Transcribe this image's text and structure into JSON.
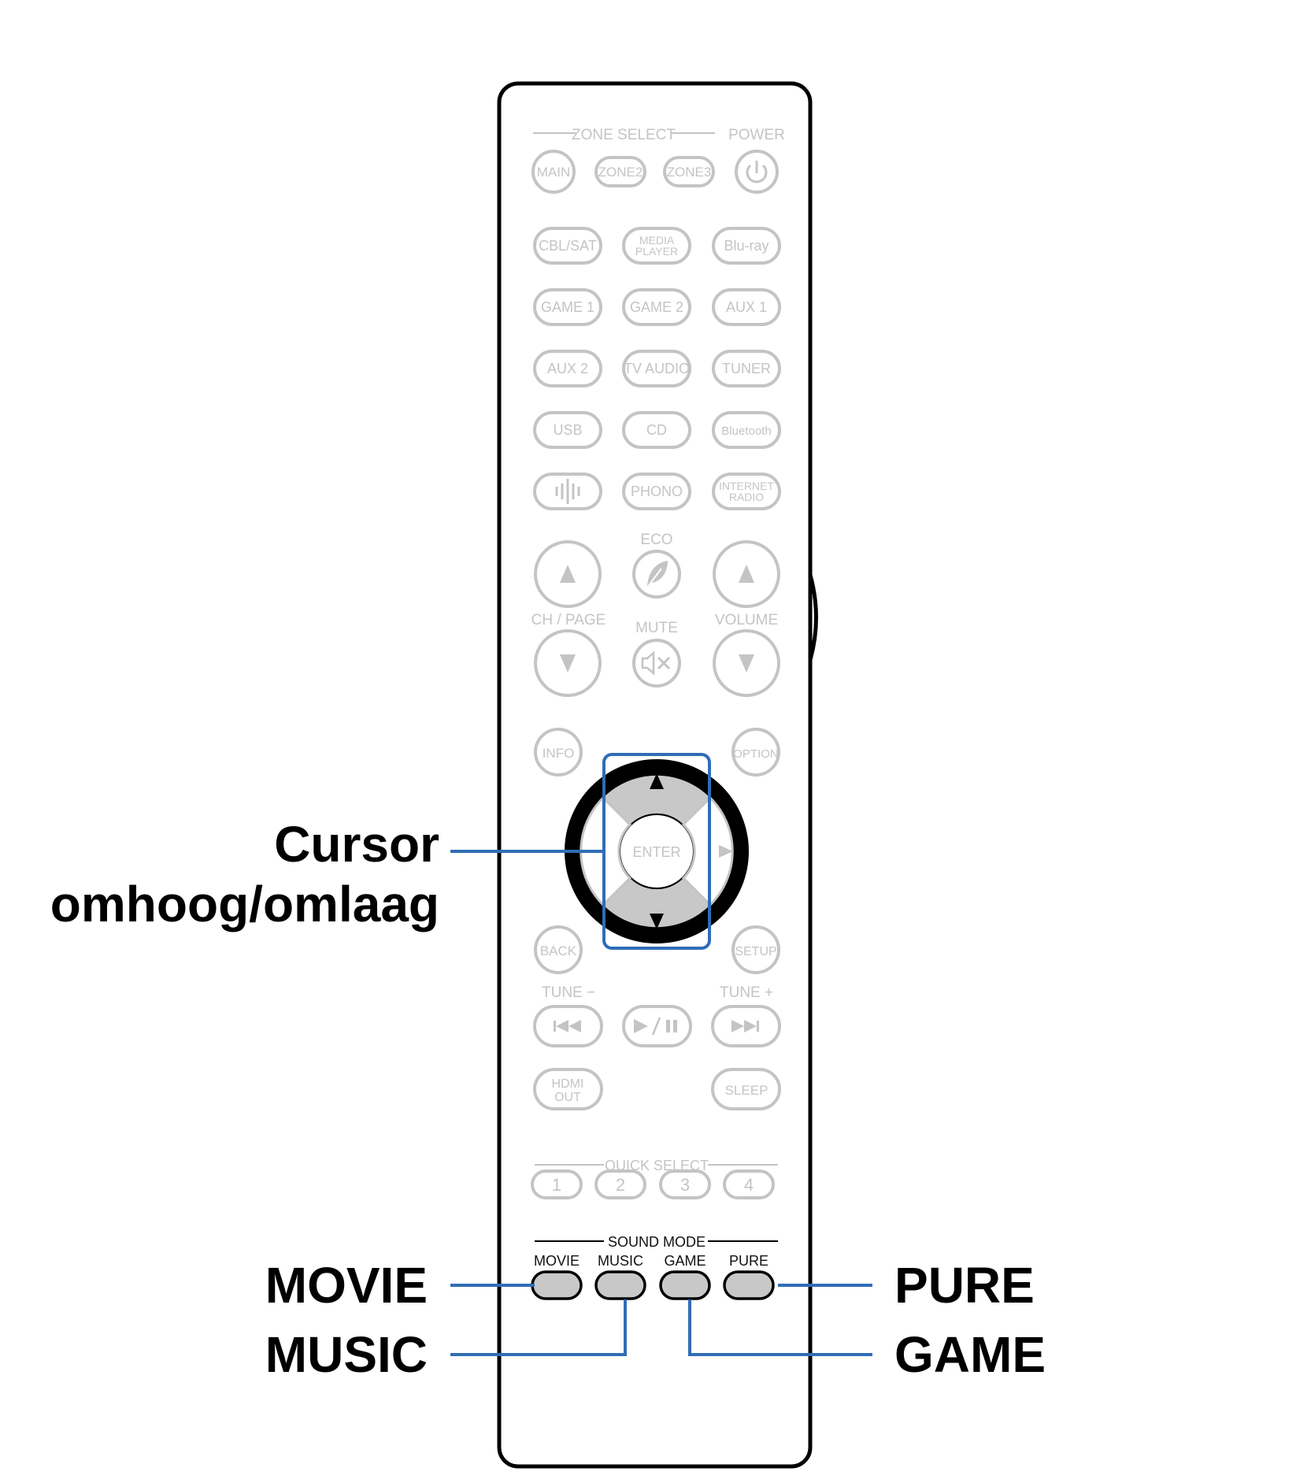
{
  "colors": {
    "outline": "#000000",
    "faded": "#c4c4c4",
    "callout_line": "#2f6db5",
    "sound_button_fill": "#c8c8c8"
  },
  "remote": {
    "zone_select_label": "ZONE SELECT",
    "power_label": "POWER",
    "zone_buttons": [
      "MAIN",
      "ZONE2",
      "ZONE3"
    ],
    "power_icon": "power-icon",
    "source_rows": [
      [
        "CBL/SAT",
        "MEDIA PLAYER",
        "Blu-ray"
      ],
      [
        "GAME 1",
        "GAME 2",
        "AUX 1"
      ],
      [
        "AUX 2",
        "TV AUDIO",
        "TUNER"
      ],
      [
        "USB",
        "CD",
        "Bluetooth"
      ],
      [
        "",
        "PHONO",
        "INTERNET RADIO"
      ]
    ],
    "heos_icon": "heos-icon",
    "eco_label": "ECO",
    "eco_icon": "leaf-icon",
    "ch_page_label": "CH / PAGE",
    "mute_label": "MUTE",
    "mute_icon": "mute-icon",
    "volume_label": "VOLUME",
    "info_label": "INFO",
    "option_label": "OPTION",
    "enter_label": "ENTER",
    "back_label": "BACK",
    "setup_label": "SETUP",
    "tune_minus_label": "TUNE −",
    "tune_plus_label": "TUNE +",
    "transport_icons": [
      "previous-icon",
      "play-pause-icon",
      "next-icon"
    ],
    "hdmi_out_label": "HDMI OUT",
    "sleep_label": "SLEEP",
    "quick_select_label": "QUICK SELECT",
    "quick_select_buttons": [
      "1",
      "2",
      "3",
      "4"
    ],
    "sound_mode_label": "SOUND MODE",
    "sound_mode_buttons": [
      "MOVIE",
      "MUSIC",
      "GAME",
      "PURE"
    ]
  },
  "callouts": {
    "cursor_line1": "Cursor",
    "cursor_line2": "omhoog/omlaag",
    "movie": "MOVIE",
    "music": "MUSIC",
    "pure": "PURE",
    "game": "GAME"
  }
}
